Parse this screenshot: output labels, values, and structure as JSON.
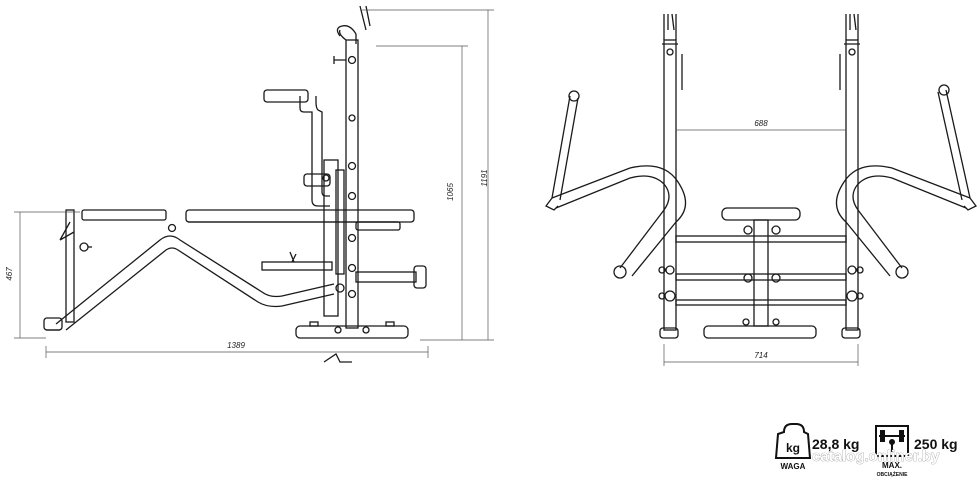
{
  "dimensions": {
    "side_height_top": "1191",
    "side_height_upright": "1065",
    "side_height_seat": "467",
    "side_length": "1389",
    "front_inner_width": "688",
    "front_base_width": "714"
  },
  "specs": {
    "weight_icon_label": "kg",
    "weight_value": "28,8 kg",
    "weight_caption": "WAGA",
    "max_value": "250 kg",
    "max_caption": "MAX.",
    "max_subcaption": "OBCIĄŻENIE"
  },
  "watermark": "catalog.onliner.by",
  "colors": {
    "line": "#1a1a1a",
    "pad": "#2a2a2a",
    "dim_line": "#555555"
  }
}
